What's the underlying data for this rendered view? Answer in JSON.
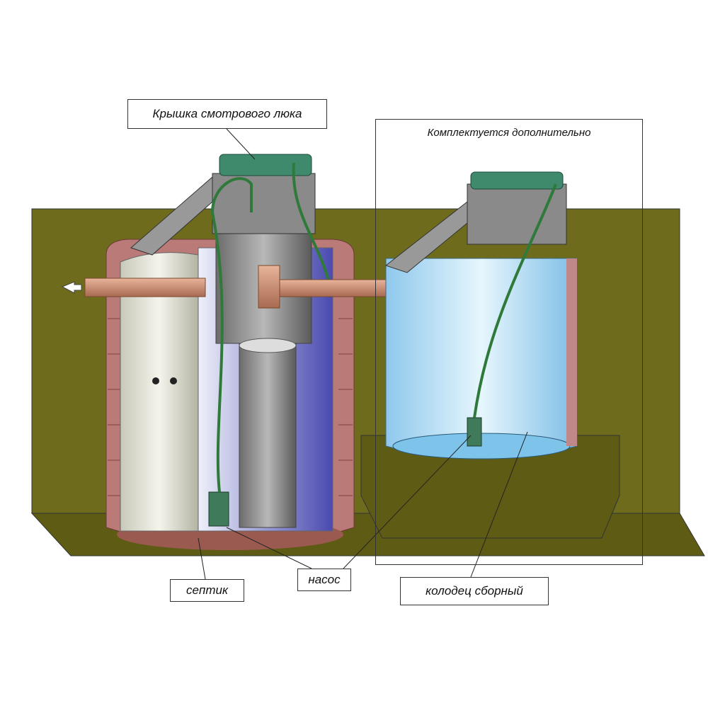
{
  "labels": {
    "manhole_cover": "Крышка смотрового люка",
    "optional_kit": "Комплектуется дополнительно",
    "septic": "септик",
    "pump": "насос",
    "collector_well": "колодец сборный"
  },
  "colors": {
    "ground": "#6e6c1c",
    "tank_wall": "#b97a78",
    "lid": "#3f8a6c",
    "water": "#a9dcf3",
    "pipe": "#c98a6a",
    "hose": "#2f7a3a"
  }
}
